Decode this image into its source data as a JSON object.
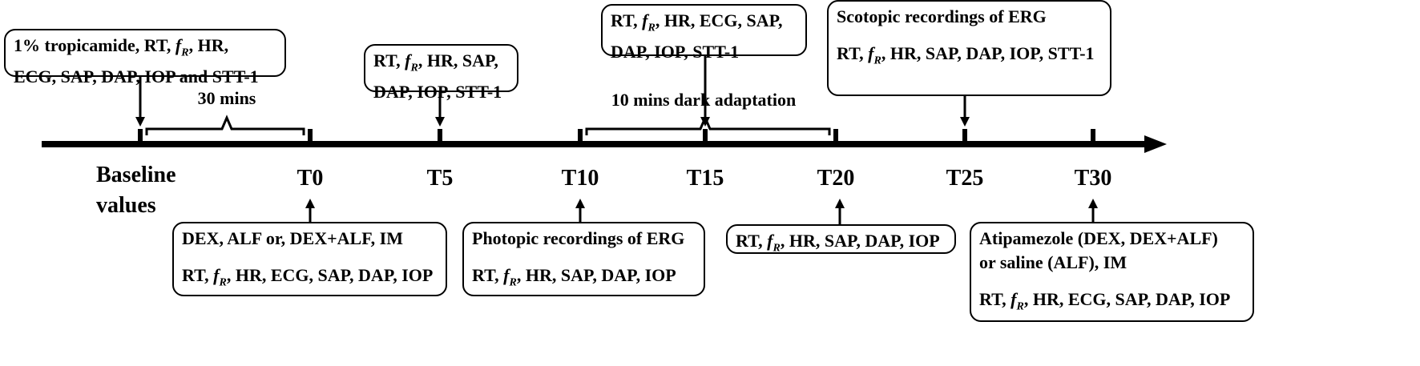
{
  "timepoints": [
    {
      "label_lines": [
        "Baseline",
        "values"
      ]
    },
    {
      "label_lines": [
        "T0"
      ]
    },
    {
      "label_lines": [
        "T5"
      ]
    },
    {
      "label_lines": [
        "T10"
      ]
    },
    {
      "label_lines": [
        "T15"
      ]
    },
    {
      "label_lines": [
        "T20"
      ]
    },
    {
      "label_lines": [
        "T25"
      ]
    },
    {
      "label_lines": [
        "T30"
      ]
    }
  ],
  "brackets": [
    {
      "label": "30 mins"
    },
    {
      "label": "10 mins dark adaptation"
    }
  ],
  "boxes_above": [
    {
      "lines": [
        "1% tropicamide, RT, {fR}, HR,",
        "ECG, SAP, DAP, IOP and STT-1"
      ]
    },
    {
      "lines": [
        "RT, {fR}, HR, SAP,",
        "DAP, IOP, STT-1"
      ]
    },
    {
      "lines": [
        "RT, {fR}, HR, ECG, SAP,",
        "DAP, IOP, STT-1"
      ]
    },
    {
      "lines": [
        "Scotopic recordings of ERG",
        "",
        "RT, {fR}, HR, SAP, DAP, IOP, STT-1"
      ]
    }
  ],
  "boxes_below": [
    {
      "lines": [
        "DEX, ALF or, DEX+ALF, IM",
        "",
        "RT, {fR}, HR, ECG, SAP, DAP, IOP"
      ]
    },
    {
      "lines": [
        "Photopic recordings of  ERG",
        "",
        "RT, {fR}, HR, SAP, DAP, IOP"
      ]
    },
    {
      "lines": [
        "RT, {fR}, HR, SAP, DAP, IOP"
      ]
    },
    {
      "lines": [
        "Atipamezole (DEX, DEX+ALF)",
        "or saline (ALF), IM",
        "",
        "RT, {fR}, HR, ECG, SAP, DAP, IOP"
      ]
    }
  ]
}
